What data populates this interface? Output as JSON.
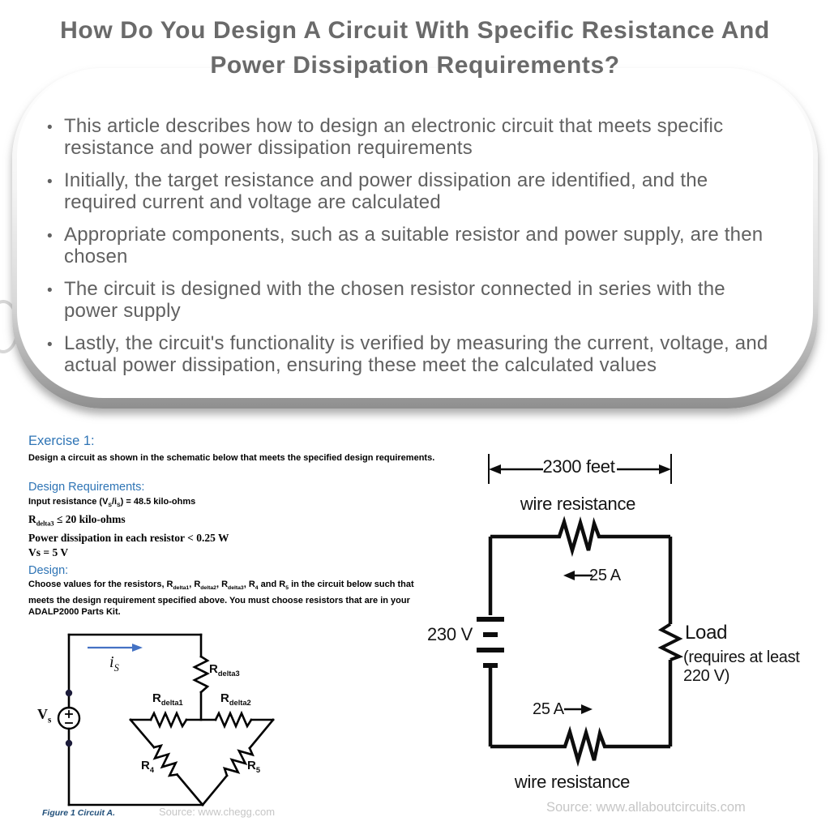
{
  "header": {
    "title_line1": "How Do You Design A Circuit With Specific Resistance And",
    "title_line2": "Power Dissipation Requirements?"
  },
  "summary": {
    "bullets": [
      "This article describes how to design an electronic circuit that meets specific resistance and power dissipation requirements",
      "Initially, the target resistance and power dissipation are identified, and the required current and voltage are calculated",
      "Appropriate components, such as a suitable resistor and power supply, are then chosen",
      "The circuit is designed with the chosen resistor connected in series with the power supply",
      "Lastly, the circuit's functionality is verified by measuring the current, voltage, and actual power dissipation, ensuring these meet the calculated values"
    ]
  },
  "exercise": {
    "heading": "Exercise 1:",
    "intro": "Design a circuit as shown in the schematic below that meets the specified design requirements.",
    "requirements_heading": "Design Requirements:",
    "requirements": [
      "Input resistance (V<sub>S</sub>/i<sub>S</sub>) = 48.5 kilo-ohms",
      "R<sub>delta3</sub> ≤ 20 kilo-ohms",
      "Power dissipation in each resistor &lt; 0.25 W",
      "Vs = 5 V"
    ],
    "design_heading": "Design:",
    "design_text": "Choose values for the resistors, R<sub>delta1</sub>, R<sub>delta2</sub>, R<sub>delta3</sub>, R<sub>4</sub> and R<sub>5</sub> in the circuit below such that meets the design requirement specified above. You must choose resistors that are in your ADALP2000 Parts Kit.",
    "figure_caption": "Figure 1 Circuit A.",
    "source": "Source: www.chegg.com",
    "labels": {
      "vs": "V<sub>s</sub>",
      "is": "i<sub>S</sub>",
      "rdelta3": "R<sub>delta3</sub>",
      "rdelta1": "R<sub>delta1</sub>",
      "rdelta2": "R<sub>delta2</sub>",
      "r4": "R<sub>4</sub>",
      "r5": "R<sub>5</sub>"
    }
  },
  "wire_circuit": {
    "distance": "2300 feet",
    "wire_resistance_top": "wire resistance",
    "wire_resistance_bottom": "wire resistance",
    "current_top": "25 A",
    "current_bottom": "25 A",
    "voltage": "230 V",
    "load_label": "Load",
    "load_note": "(requires at least 220 V)",
    "source": "Source: www.allaboutcircuits.com"
  },
  "colors": {
    "heading_blue": "#2E74B5",
    "figure_caption_blue": "#1F4E79",
    "current_arrow_blue": "#4472C4",
    "body_text_gray": "#616161",
    "title_gray": "#6a6a6a",
    "source_text_gray": "#c6c6c6"
  }
}
